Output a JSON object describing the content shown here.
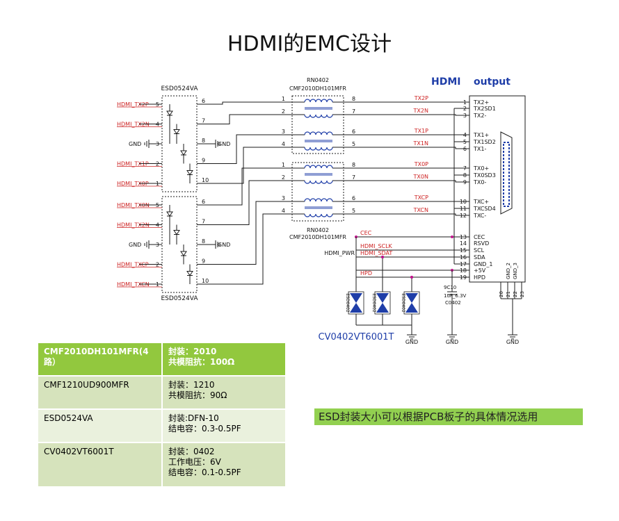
{
  "title": "HDMI的EMC设计",
  "schematic": {
    "connector_title": "HDMI",
    "connector_title2": "output",
    "esd_top_label": "ESD0524VA",
    "esd_bottom_label": "ESD0524VA",
    "rn_top_ref": "RN0402",
    "rn_top_part": "CMF2010DH101MFR",
    "rn_bottom_ref": "RN0402",
    "rn_bottom_part": "CMF2010DH101MFR",
    "esd_top_left": [
      {
        "net": "HDMI_TX2P",
        "pin": "5"
      },
      {
        "net": "HDMI_TX2N",
        "pin": "4"
      },
      {
        "net": "GND",
        "pin": "3"
      },
      {
        "net": "HDMI_TX1P",
        "pin": "2"
      },
      {
        "net": "HDMI_TX0P",
        "pin": "1"
      }
    ],
    "esd_top_right": [
      "6",
      "7",
      "8",
      "9",
      "10"
    ],
    "esd_bottom_left": [
      {
        "net": "HDMI_TX0N",
        "pin": "5"
      },
      {
        "net": "HDMI_TX2N",
        "pin": "4"
      },
      {
        "net": "GND",
        "pin": "3"
      },
      {
        "net": "HDMI_TXCP",
        "pin": "2"
      },
      {
        "net": "HDMI_TXCN",
        "pin": "1"
      }
    ],
    "esd_bottom_right": [
      "6",
      "7",
      "8",
      "9",
      "10"
    ],
    "gnd_right_label": "GND",
    "rn_left_pins": [
      "1",
      "2",
      "3",
      "4",
      "1",
      "2",
      "3",
      "4"
    ],
    "rn_right_pins": [
      "8",
      "7",
      "6",
      "5",
      "8",
      "7",
      "6",
      "5"
    ],
    "rn_nets": [
      "TX2P",
      "TX2N",
      "TX1P",
      "TX1N",
      "TX0P",
      "TX0N",
      "TXCP",
      "TXCN"
    ],
    "connector_pins": [
      {
        "num": "1",
        "name": "TX2+"
      },
      {
        "num": "2",
        "name": "TX2SD1"
      },
      {
        "num": "3",
        "name": "TX2-"
      },
      {
        "num": "4",
        "name": "TX1+"
      },
      {
        "num": "5",
        "name": "TX1SD2"
      },
      {
        "num": "6",
        "name": "TX1-"
      },
      {
        "num": "7",
        "name": "TX0+"
      },
      {
        "num": "8",
        "name": "TX0SD3"
      },
      {
        "num": "9",
        "name": "TX0-"
      },
      {
        "num": "10",
        "name": "TXC+"
      },
      {
        "num": "11",
        "name": "TXCSD4"
      },
      {
        "num": "12",
        "name": "TXC-"
      },
      {
        "num": "13",
        "name": "CEC"
      },
      {
        "num": "14",
        "name": "RSVD"
      },
      {
        "num": "15",
        "name": "SCL"
      },
      {
        "num": "16",
        "name": "SDA"
      },
      {
        "num": "17",
        "name": "GND_1"
      },
      {
        "num": "18",
        "name": "+5V"
      },
      {
        "num": "19",
        "name": "HPD"
      }
    ],
    "connector_bottom_pins": [
      "20",
      "21",
      "22",
      "23"
    ],
    "connector_bottom_names": [
      "GND_2",
      "GND_3"
    ],
    "ctrl_nets": {
      "cec": "CEC",
      "sclk": "HDMI_SCLK",
      "sdat": "HDMI_SDAT",
      "pwr": "HDMI_PWR",
      "hpd": "HPD"
    },
    "cap_ref": "9C10",
    "cap_value": "1uF_6.3V",
    "cap_pkg": "C0402",
    "esd_small_label": "ESD0402",
    "esd_small_part": "CV0402VT6001T",
    "gnd_label": "GND"
  },
  "spec_table": {
    "header": {
      "part": "CMF2010DH101MFR(4路）",
      "desc": [
        "封装：2010",
        "共模阻抗：100Ω"
      ]
    },
    "rows": [
      {
        "part": "CMF1210UD900MFR",
        "desc": [
          "封装：1210",
          "共模阻抗：90Ω"
        ]
      },
      {
        "part": "ESD0524VA",
        "desc": [
          "封装:DFN-10",
          "结电容：0.3-0.5PF"
        ]
      },
      {
        "part": "CV0402VT6001T",
        "desc": [
          "封装：0402",
          "工作电压：6V",
          "结电容：0.1-0.5PF"
        ]
      }
    ]
  },
  "note": "ESD封装大小可以根据PCB板子的具体情况选用",
  "colors": {
    "net_red": "#cc1f1f",
    "trace": "#8b2a55",
    "wire": "#1a1a1a",
    "dot": "#c0148c",
    "blue": "#1f3ea8",
    "table_header": "#92c83e",
    "note_bg": "#92d050"
  }
}
